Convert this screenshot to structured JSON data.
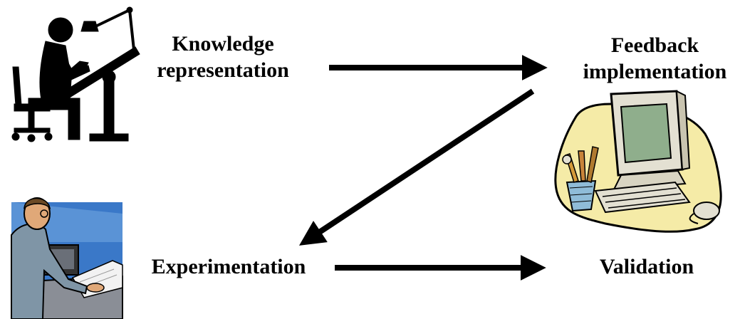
{
  "steps": {
    "knowledge": {
      "line1": "Knowledge",
      "line2": "representation"
    },
    "feedback": {
      "line1": "Feedback",
      "line2": "implementation"
    },
    "experimentation": {
      "line1": "Experimentation"
    },
    "validation": {
      "line1": "Validation"
    }
  },
  "illustrations": {
    "drafter": "drafter-at-drawing-table-clipart",
    "computer": "computer-with-pencil-cup-clipart",
    "engineer": "engineer-at-workstation-clipart"
  },
  "colors": {
    "ink": "#000000",
    "blob": "#f5eba7",
    "screen": "#8fae8c",
    "monitor": "#e3e0d2",
    "sky": "#3a78c8"
  }
}
